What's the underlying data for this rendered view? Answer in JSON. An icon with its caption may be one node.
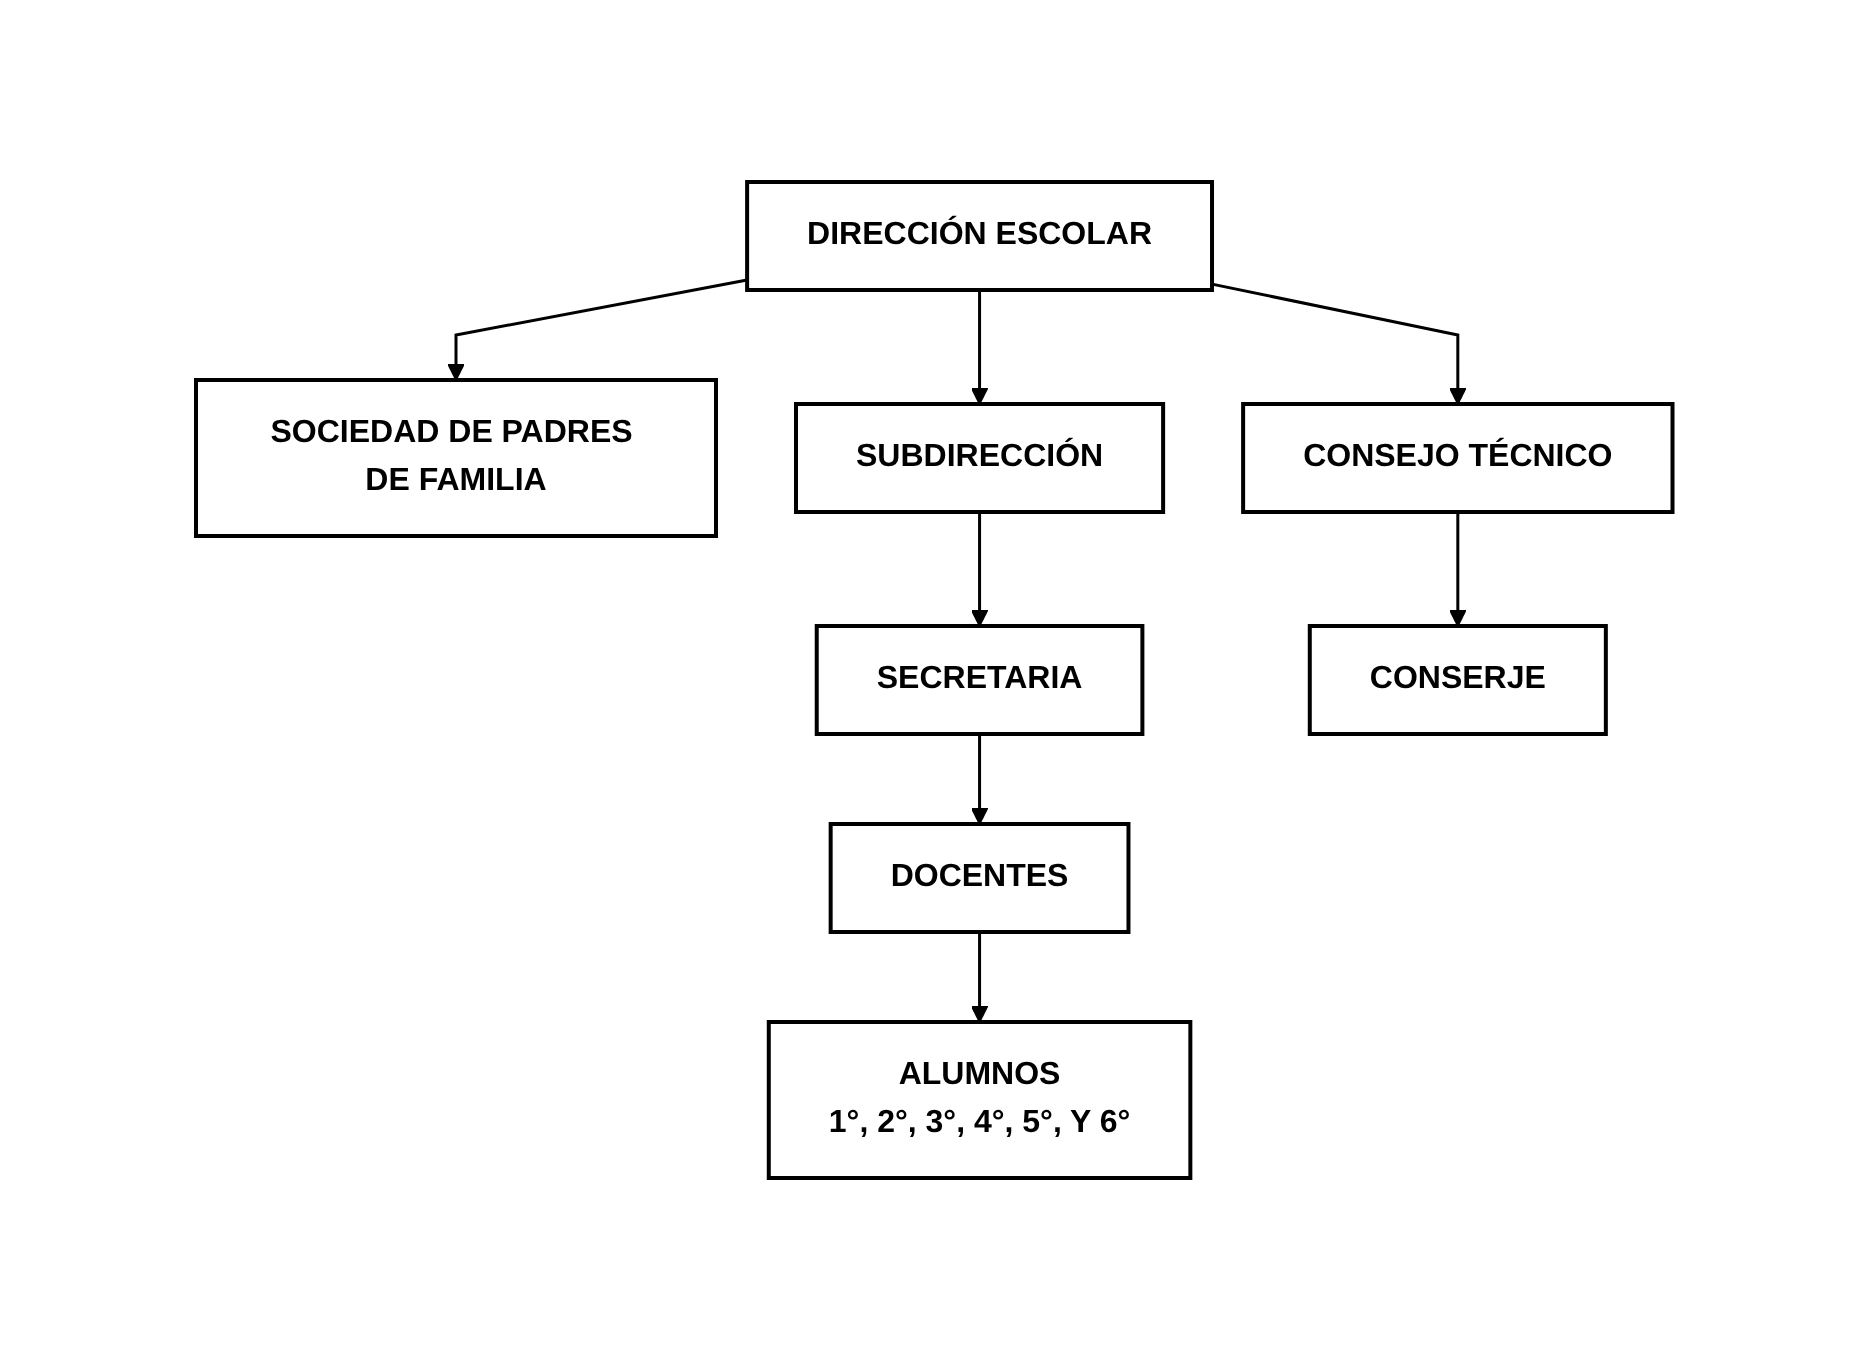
{
  "diagram": {
    "nodes": [
      {
        "text": [
          "DIRECCIÓN ESCOLAR"
        ]
      },
      {
        "text": [
          "SOCIEDAD DE PADRES DE FAMILIA"
        ]
      },
      {
        "text": [
          "SUBDIRECCIÓN"
        ]
      },
      {
        "text": [
          "CONSEJO TÉCNICO"
        ]
      },
      {
        "text": [
          "SECRETARIA"
        ]
      },
      {
        "text": [
          "CONSERJE"
        ]
      },
      {
        "text": [
          "DOCENTES"
        ]
      },
      {
        "text": [
          "ALUMNOS",
          "1°, 2°, 3°, 4°, 5°, Y 6°"
        ]
      }
    ],
    "edges": [
      {
        "from": 0,
        "to": 1,
        "arrow": "to"
      },
      {
        "from": 0,
        "to": 2,
        "arrow": "to"
      },
      {
        "from": 0,
        "to": 3,
        "arrow": "to"
      },
      {
        "from": 2,
        "to": 4,
        "arrow": "to"
      },
      {
        "from": 3,
        "to": 5,
        "arrow": "to"
      },
      {
        "from": 4,
        "to": 6,
        "arrow": "to"
      },
      {
        "from": 6,
        "to": 7,
        "arrow": "to"
      }
    ]
  }
}
